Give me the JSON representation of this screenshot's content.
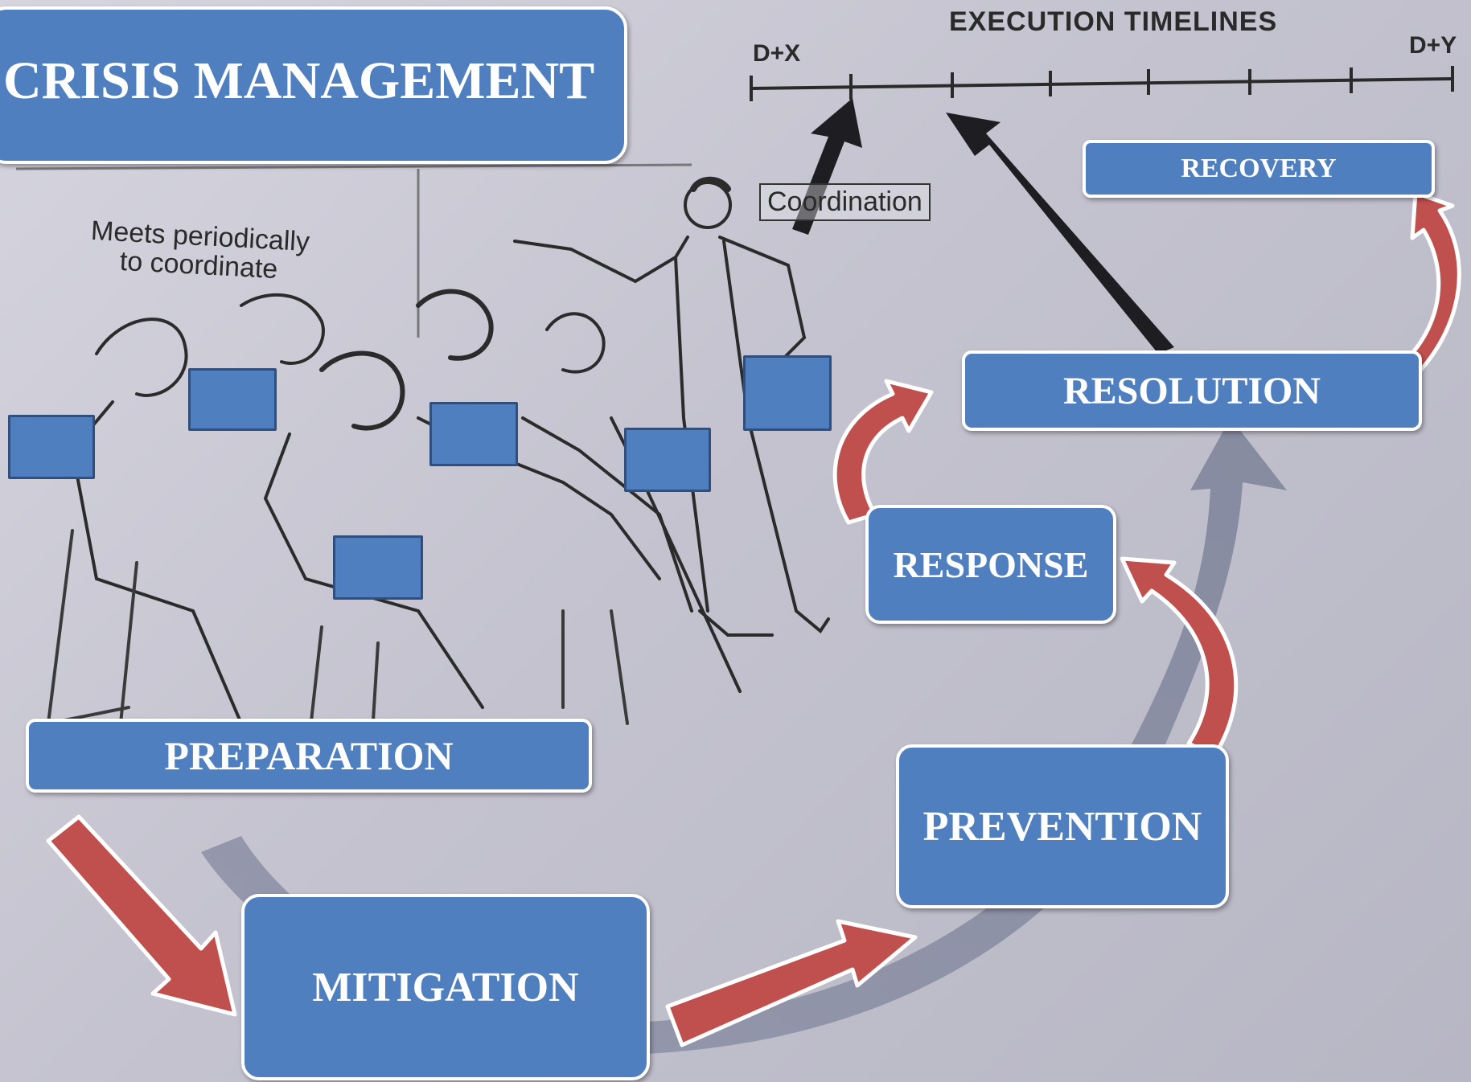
{
  "title": "CRISIS MANAGEMENT",
  "timeline": {
    "heading": "EXECUTION TIMELINES",
    "start_label": "D+X",
    "end_label": "D+Y"
  },
  "illustration": {
    "caption": "Meets periodically\nto coordinate",
    "coordination_label": "Coordination"
  },
  "phases": {
    "preparation": "PREPARATION",
    "mitigation": "MITIGATION",
    "prevention": "PREVENTION",
    "response": "RESPONSE",
    "resolution": "RESOLUTION",
    "recovery": "RECOVERY"
  },
  "colors": {
    "box_fill": "#4f7fbf",
    "box_border": "#ffffff",
    "arrow_red": "#c0504d",
    "background": "#c9c8d2"
  }
}
